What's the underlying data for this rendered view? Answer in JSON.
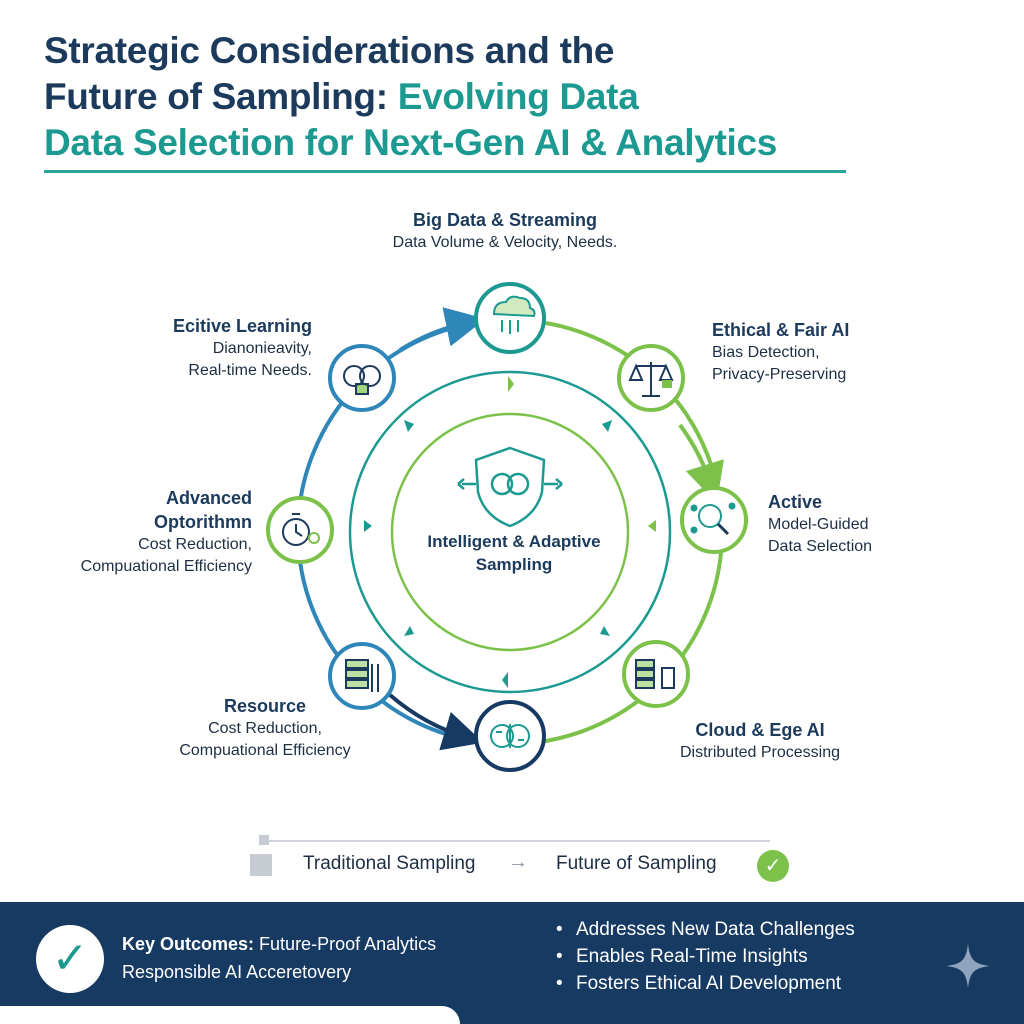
{
  "title": {
    "line1": "Strategic Considerations and the",
    "line2_dark": "Future of Sampling: ",
    "line2_accent": "Evolving Data",
    "line3": "Data Selection for Next-Gen AI & Analytics"
  },
  "center": {
    "label_line1": "Intelligent & Adaptive",
    "label_line2": "Sampling",
    "icon": "shield-brain-icon"
  },
  "nodes": [
    {
      "id": "big-data",
      "title": "Big Data & Streaming",
      "line1": "Data Volume & Velocity, Needs.",
      "line2": "",
      "icon": "cloud-data-icon"
    },
    {
      "id": "ethical",
      "title": "Ethical & Fair AI",
      "line1": "Bias Detection,",
      "line2": "Privacy-Preserving",
      "icon": "scales-icon"
    },
    {
      "id": "active",
      "title": "Active",
      "line1": "Model-Guided",
      "line2": "Data Selection",
      "icon": "magnifier-network-icon"
    },
    {
      "id": "cloud-edge",
      "title": "Cloud & Ege AI",
      "line1": "Distributed Processing",
      "line2": "",
      "icon": "server-device-icon"
    },
    {
      "id": "center-bottom",
      "title": "",
      "line1": "",
      "line2": "",
      "icon": "brain-circuit-icon"
    },
    {
      "id": "resource",
      "title": "Resource",
      "line1": "Cost Reduction,",
      "line2": "Compuational Efficiency",
      "icon": "server-stack-icon"
    },
    {
      "id": "advanced",
      "title": "Advanced",
      "title2": "Optorithmn",
      "line1": "Cost Reduction,",
      "line2": "Compuational Efficiency",
      "icon": "stopwatch-gear-icon"
    },
    {
      "id": "ecitive",
      "title": "Ecitive Learning",
      "line1": "Dianonieavity,",
      "line2": "Real-time Needs.",
      "icon": "brain-lock-icon"
    }
  ],
  "legend": {
    "from": "Traditional Sampling",
    "arrow": "→",
    "to": "Future of Sampling",
    "check": "✓"
  },
  "footer": {
    "check": "✓",
    "key_bold": "Key Outcomes:",
    "key_rest": " Future-Proof Analytics",
    "key_line2": "Responsible AI Acceretovery",
    "bullets": [
      "Addresses New Data Challenges",
      "Enables Real-Time Insights",
      "Fosters Ethical AI Development"
    ]
  },
  "colors": {
    "navy": "#173a63",
    "teal": "#1c9a91",
    "blue": "#2f86b8",
    "green": "#7cc24a"
  }
}
